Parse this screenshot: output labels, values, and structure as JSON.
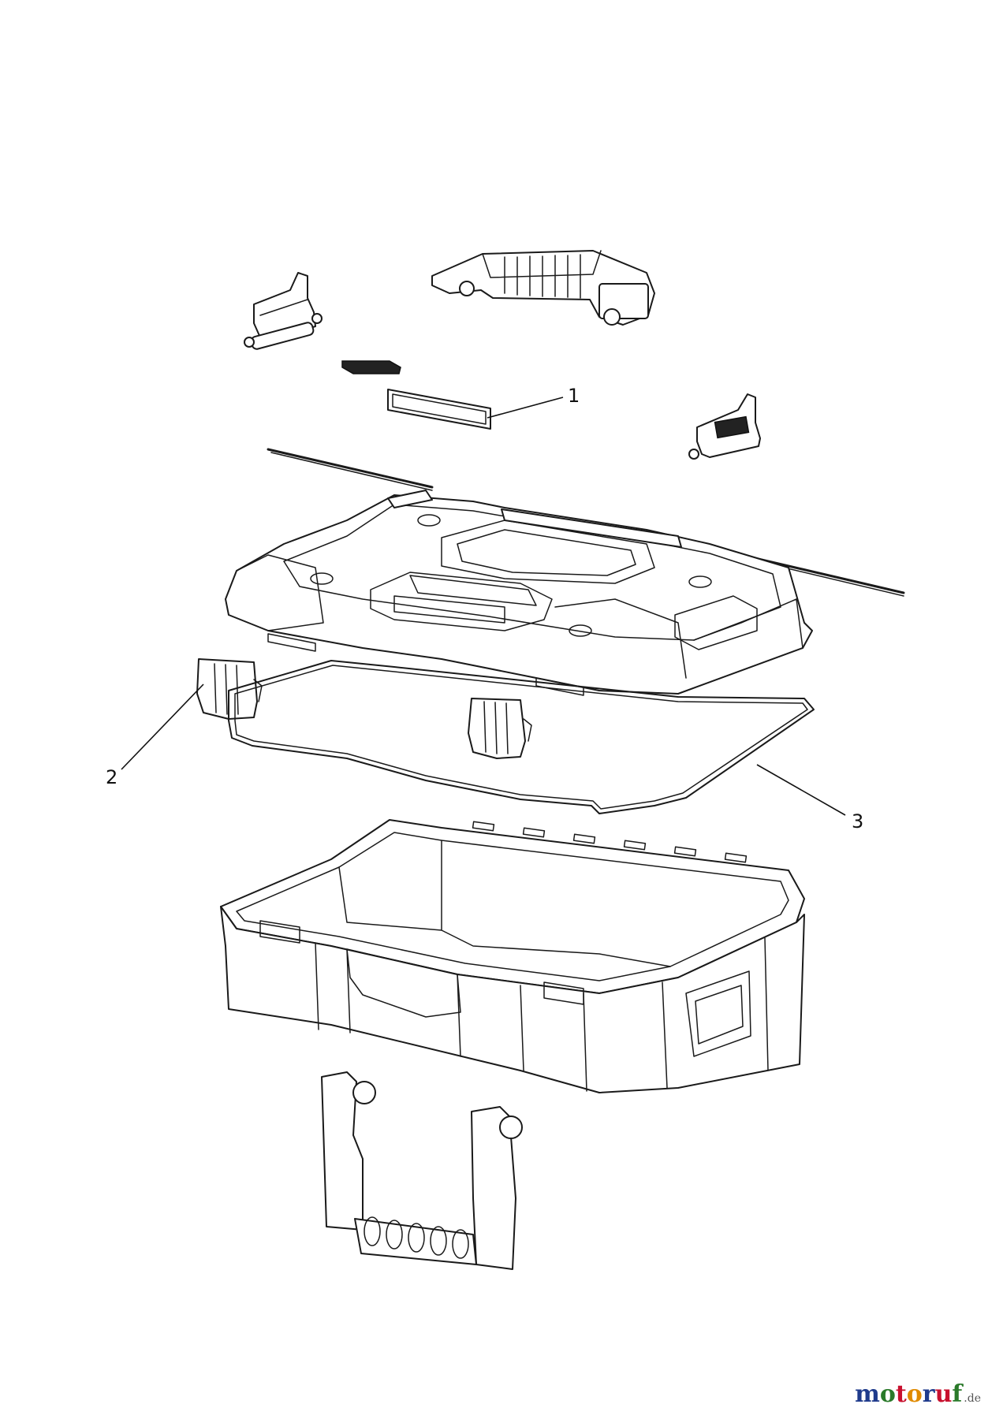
{
  "callouts": [
    {
      "number": "1",
      "part": "label-window"
    },
    {
      "number": "2",
      "part": "front-latch"
    },
    {
      "number": "3",
      "part": "lid-seal"
    }
  ],
  "watermark": {
    "text": "motoruf",
    "tld": ".de",
    "letter_colors": [
      "#1f3b8c",
      "#2a7a2a",
      "#c8102e",
      "#e08a00",
      "#1f3b8c",
      "#c8102e",
      "#2a7a2a"
    ]
  }
}
